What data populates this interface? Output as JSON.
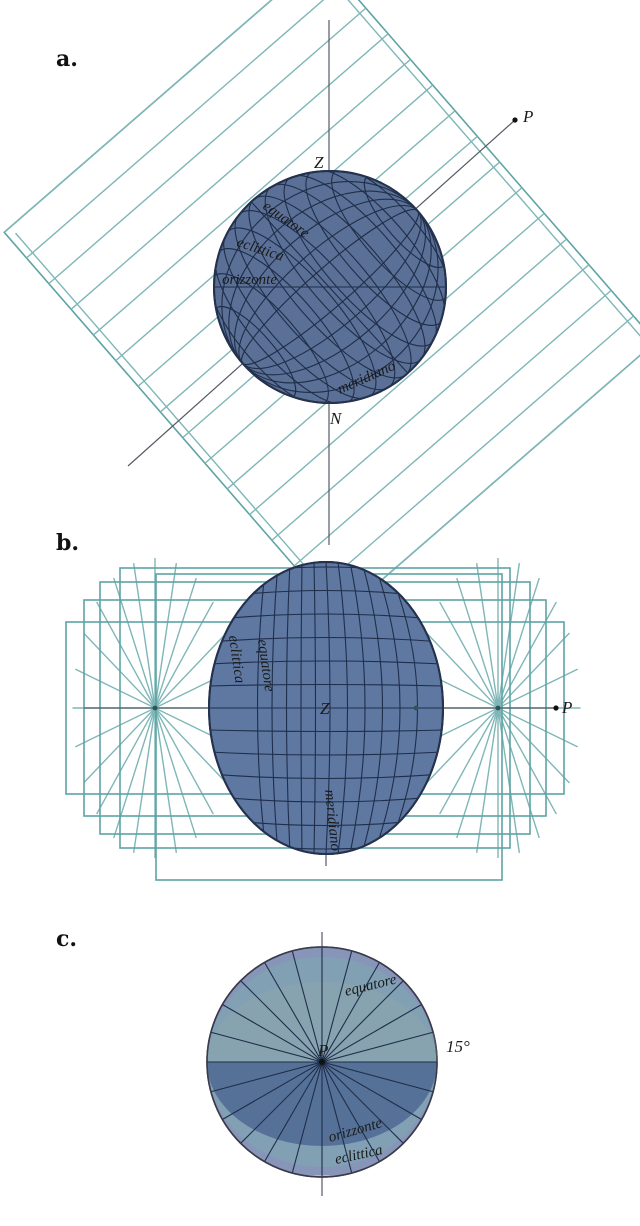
{
  "panels": {
    "a": {
      "label": "a.",
      "points": {
        "pole": "P",
        "zenith": "Z",
        "nadir": "N"
      },
      "curves": {
        "equator": "equatore",
        "ecliptic": "eclittica",
        "horizon": "orizzonte",
        "meridian": "meridiano"
      }
    },
    "b": {
      "label": "b.",
      "points": {
        "pole": "P",
        "zenith": "Z"
      },
      "curves": {
        "equator": "equatore",
        "ecliptic": "eclittica",
        "meridian": "meridiano"
      }
    },
    "c": {
      "label": "c.",
      "points": {
        "pole": "P"
      },
      "curves": {
        "equator": "equatore",
        "horizon": "orizzonte",
        "ecliptic": "eclittica"
      },
      "angle_label": "15°",
      "meridian_spacing_deg": 15
    }
  },
  "colors": {
    "sphere_fill": "#5b7096",
    "sphere_stroke": "#24324d",
    "plane_line": "#7fb6b7",
    "teal_fill": "#a8d8c8",
    "lavender_fill": "#b8b8d4"
  }
}
